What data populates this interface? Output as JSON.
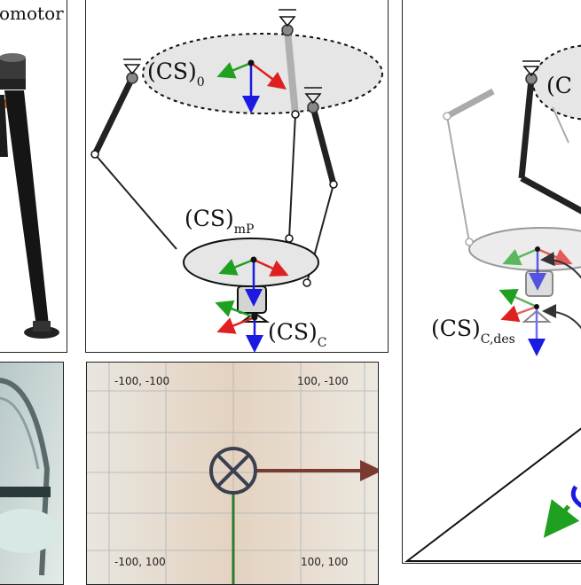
{
  "photo_panel": {
    "caption": "omotor"
  },
  "delta_panel": {
    "frame_base": "(CS)",
    "frame_base_sub": "0",
    "frame_platform": "(CS)",
    "frame_platform_sub": "mP",
    "frame_camera": "(CS)",
    "frame_camera_sub": "C"
  },
  "desired_panel": {
    "frame_partial": "(C",
    "frame_desired": "(CS)",
    "frame_desired_sub": "C,des"
  },
  "camera_view": {
    "corner_top_left": "-100, -100",
    "corner_top_right": "100, -100",
    "corner_bottom_left": "-100, 100",
    "corner_bottom_right": "100, 100"
  },
  "colors": {
    "x_axis": "#e02020",
    "y_axis": "#20a020",
    "z_axis": "#1a1ae0",
    "view_arrow_brown": "#7a3a30",
    "view_line_green": "#2e7a2e",
    "target_marker": "#3a4050"
  }
}
